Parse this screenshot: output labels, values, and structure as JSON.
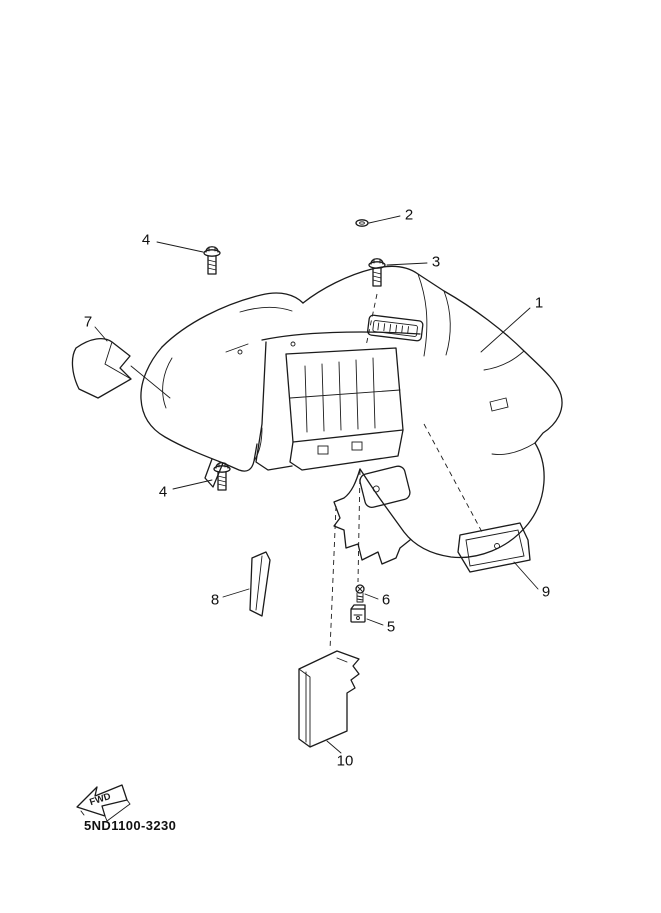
{
  "page": {
    "background_color": "#ffffff",
    "line_color": "#1b1b1b"
  },
  "diagram": {
    "part_code": "5ND1100-3230",
    "fwd_label": "FWD",
    "callouts": [
      {
        "ref": "1",
        "label": "1"
      },
      {
        "ref": "2",
        "label": "2"
      },
      {
        "ref": "3",
        "label": "3"
      },
      {
        "ref": "4a",
        "label": "4"
      },
      {
        "ref": "4b",
        "label": "4"
      },
      {
        "ref": "5",
        "label": "5"
      },
      {
        "ref": "6",
        "label": "6"
      },
      {
        "ref": "7",
        "label": "7"
      },
      {
        "ref": "8",
        "label": "8"
      },
      {
        "ref": "9",
        "label": "9"
      },
      {
        "ref": "10",
        "label": "10"
      }
    ],
    "parts": [
      {
        "ref": "1",
        "name": "rear-fender-assembly"
      },
      {
        "ref": "2",
        "name": "washer-clip"
      },
      {
        "ref": "3",
        "name": "flange-bolt"
      },
      {
        "ref": "4",
        "name": "flange-bolt"
      },
      {
        "ref": "5",
        "name": "spring-nut"
      },
      {
        "ref": "6",
        "name": "small-screw"
      },
      {
        "ref": "7",
        "name": "side-flap"
      },
      {
        "ref": "8",
        "name": "trim-strip"
      },
      {
        "ref": "9",
        "name": "mud-flap-plate"
      },
      {
        "ref": "10",
        "name": "guard-bracket"
      }
    ]
  }
}
